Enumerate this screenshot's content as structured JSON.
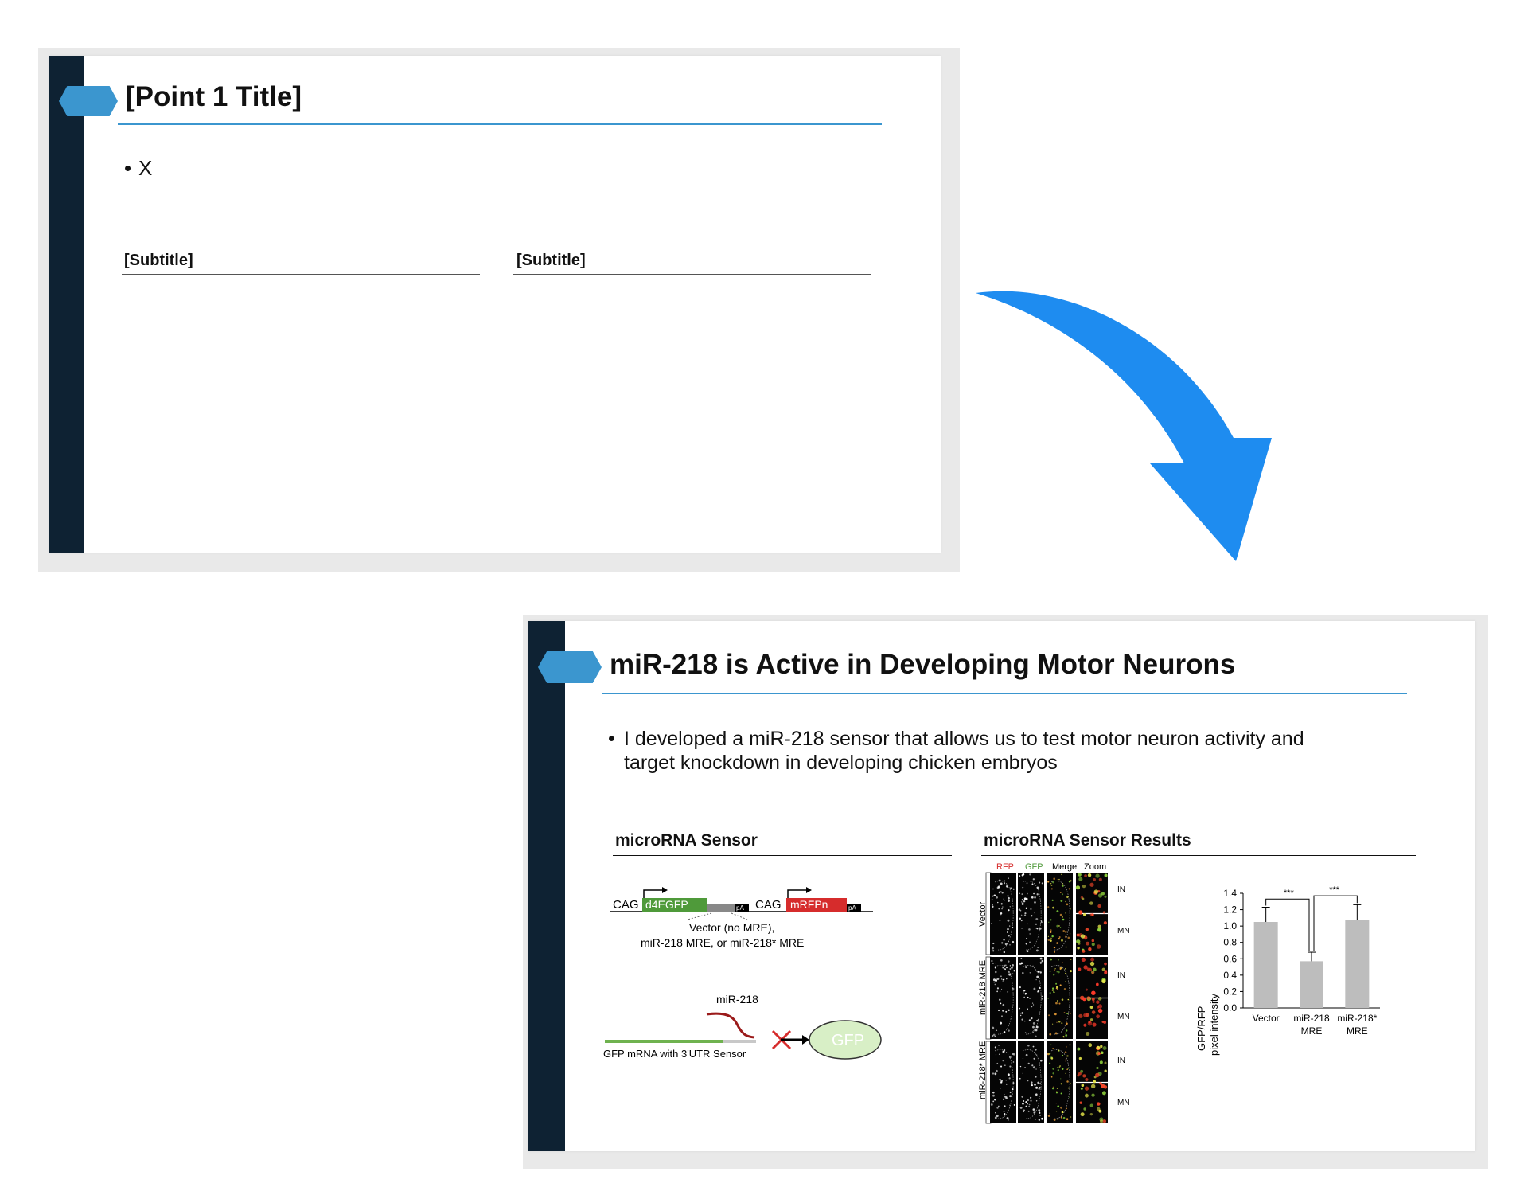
{
  "template_slide": {
    "title": "[Point 1 Title]",
    "bullet": "X",
    "subtitle_left": "[Subtitle]",
    "subtitle_right": "[Subtitle]"
  },
  "filled_slide": {
    "title": "miR-218 is Active in Developing Motor Neurons",
    "bullet_line1": "I developed a miR-218 sensor that allows us to test motor neuron activity and",
    "bullet_line2": "target knockdown in developing chicken embryos",
    "subtitle_left": "microRNA Sensor",
    "subtitle_right": "microRNA Sensor Results",
    "construct": {
      "cag1": "CAG",
      "gene1": "d4EGFP",
      "pa1": "pA",
      "cag2": "CAG",
      "gene2": "mRFPn",
      "pa2": "pA",
      "caption1": "Vector (no MRE),",
      "caption2": "miR-218 MRE, or miR-218* MRE"
    },
    "sensor_diagram": {
      "mirna_label": "miR-218",
      "mrna_label": "GFP mRNA with 3'UTR Sensor",
      "output_label": "GFP"
    },
    "micrographs": {
      "col_headers": [
        "RFP",
        "GFP",
        "Merge",
        "Zoom"
      ],
      "row_labels": [
        "Vector",
        "miR-218 MRE",
        "miR-218* MRE"
      ],
      "zoom_labels": [
        "IN",
        "MN",
        "IN",
        "MN",
        "IN",
        "MN"
      ]
    },
    "colors": {
      "rfp": "#d62c2c",
      "gfp": "#4f9a3a",
      "accent": "#3b96cf",
      "sidebar": "#0e2233",
      "arrow": "#1e8cf0"
    }
  },
  "chart_data": {
    "type": "bar",
    "categories": [
      "Vector",
      "miR-218\nMRE",
      "miR-218*\nMRE"
    ],
    "category_lines": [
      [
        "Vector"
      ],
      [
        "miR-218",
        "MRE"
      ],
      [
        "miR-218*",
        "MRE"
      ]
    ],
    "values": [
      1.05,
      0.57,
      1.07
    ],
    "errors": [
      0.18,
      0.11,
      0.19
    ],
    "ylabel_line1": "GFP/RFP",
    "ylabel_line2": "pixel intensity",
    "ylim": [
      0,
      1.4
    ],
    "yticks": [
      "0.0",
      "0.2",
      "0.4",
      "0.6",
      "0.8",
      "1.0",
      "1.2",
      "1.4"
    ],
    "significance": [
      "***",
      "***"
    ],
    "bar_color": "#bdbdbd"
  }
}
